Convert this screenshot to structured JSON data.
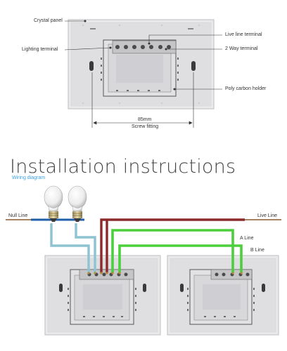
{
  "top_diagram": {
    "labels": {
      "crystal_panel": "Crystal panel",
      "lighting_terminal": "Lighting terminal",
      "live_line_terminal": "Live line terminal",
      "two_way_terminal": "2 Way terminal",
      "poly_carbon_holder": "Poly carbon holder",
      "dimension": "85mm",
      "screw_fitting": "Screw fitting"
    }
  },
  "installation": {
    "title": "Installation instructions",
    "subtitle": "Wiring diagram",
    "labels": {
      "null_line": "Null Line",
      "live_line": "Live Line",
      "a_line": "A Line",
      "b_line": "B Line"
    }
  },
  "colors": {
    "panel": "#e9e9eb",
    "panel_border": "#c6c6c8",
    "null_wire": "#1f5fa8",
    "lamp_wire": "#8ec3d2",
    "live_wire": "#8b2a2a",
    "a_b_wire": "#4ccf3c",
    "subtitle": "#3aa0e0"
  }
}
